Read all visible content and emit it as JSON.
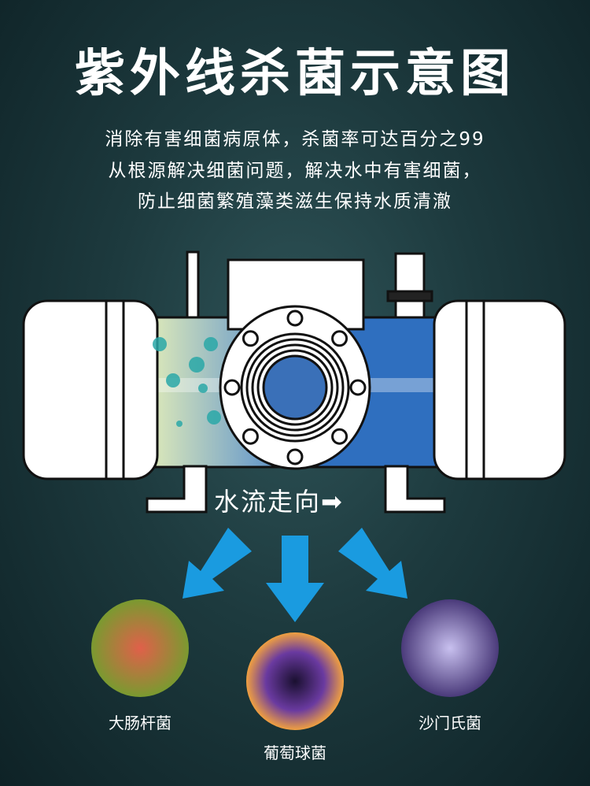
{
  "title": "紫外线杀菌示意图",
  "subtitle_lines": [
    "消除有害细菌病原体，杀菌率可达百分之99",
    "从根源解决细菌问题，解决水中有害细菌，",
    "防止细菌繁殖藻类滋生保持水质清澈"
  ],
  "flow_label": "水流走向➡",
  "bacteria": [
    {
      "name": "大肠杆菌",
      "color": "#c0392b"
    },
    {
      "name": "葡萄球菌",
      "color": "#7b3fa0"
    },
    {
      "name": "沙门氏菌",
      "color": "#8a7fc0"
    }
  ],
  "colors": {
    "water_clean": "#2f6fbf",
    "arrow": "#1a9be0"
  }
}
